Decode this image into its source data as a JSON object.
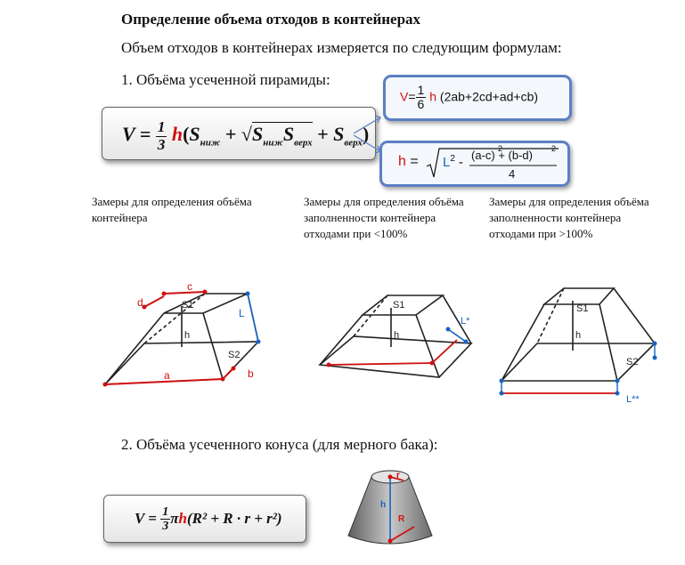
{
  "title": "Определение объема отходов в контейнерах",
  "intro": "Объем отходов в контейнерах измеряется по следующим формулам:",
  "section1": "1. Объёма усеченной пирамиды:",
  "section2": "2. Объёма усеченного конуса (для мерного бака):",
  "formula_main": {
    "lhs": "V =",
    "num": "1",
    "den": "3",
    "h": "h",
    "s_low": "S",
    "s_low_sub": "ниж",
    "plus1": "+",
    "plus2": "+",
    "s_top": "S",
    "s_top_sub": "верх"
  },
  "formula_v": {
    "v": "V",
    "eq": "=",
    "num": "1",
    "den": "6",
    "h": "h",
    "rest": "(2ab+2cd+ad+cb)"
  },
  "formula_h": {
    "h": "h",
    "eq": "=",
    "l": "L",
    "exp": "2",
    "minus": "-",
    "numerator": "(a-c)  + (b-d)",
    "den": "4"
  },
  "columns": [
    "Замеры для определения объёма контейнера",
    "Замеры для определения объёма заполненности контейнера отходами при <100%",
    "Замеры для определения объёма заполненности контейнера отходами при >100%"
  ],
  "labels": {
    "a": "a",
    "b": "b",
    "c": "c",
    "d": "d",
    "L": "L",
    "Lstar": "L*",
    "Lstar2": "L**",
    "S1": "S1",
    "S2": "S2",
    "h": "h",
    "r": "r",
    "R": "R"
  },
  "formula_cone": {
    "lhs": "V =",
    "num": "1",
    "den": "3",
    "pi": "π",
    "h": "h",
    "body": "(R² + R · r + r²)"
  },
  "colors": {
    "red": "#d01010",
    "blue": "#1565c0",
    "box_border": "#5b7fc3"
  }
}
